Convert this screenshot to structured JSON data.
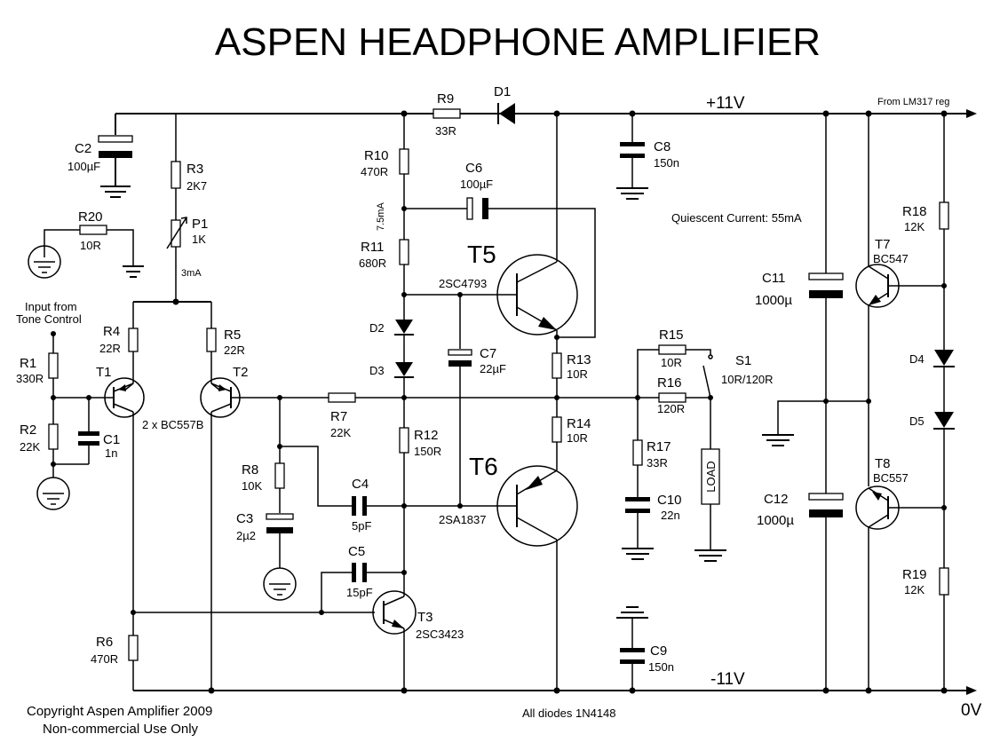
{
  "title": "ASPEN HEADPHONE AMPLIFIER",
  "rails": {
    "pos": "+11V",
    "neg": "-11V",
    "gnd": "0V",
    "source": "From LM317 reg"
  },
  "notes": {
    "quiescent": "Quiescent Current: 55mA",
    "diodes": "All diodes 1N4148",
    "copyright1": "Copyright Aspen Amplifier 2009",
    "copyright2": "Non-commercial Use Only",
    "input1": "Input from",
    "input2": "Tone Control",
    "cur3": "3mA",
    "cur75": "7.5mA",
    "pair": "2 x BC557B"
  },
  "components": {
    "R1": {
      "ref": "R1",
      "val": "330R"
    },
    "R2": {
      "ref": "R2",
      "val": "22K"
    },
    "R3": {
      "ref": "R3",
      "val": "2K7"
    },
    "R4": {
      "ref": "R4",
      "val": "22R"
    },
    "R5": {
      "ref": "R5",
      "val": "22R"
    },
    "R6": {
      "ref": "R6",
      "val": "470R"
    },
    "R7": {
      "ref": "R7",
      "val": "22K"
    },
    "R8": {
      "ref": "R8",
      "val": "10K"
    },
    "R9": {
      "ref": "R9",
      "val": "33R"
    },
    "R10": {
      "ref": "R10",
      "val": "470R"
    },
    "R11": {
      "ref": "R11",
      "val": "680R"
    },
    "R12": {
      "ref": "R12",
      "val": "150R"
    },
    "R13": {
      "ref": "R13",
      "val": "10R"
    },
    "R14": {
      "ref": "R14",
      "val": "10R"
    },
    "R15": {
      "ref": "R15",
      "val": "10R"
    },
    "R16": {
      "ref": "R16",
      "val": "120R"
    },
    "R17": {
      "ref": "R17",
      "val": "33R"
    },
    "R18": {
      "ref": "R18",
      "val": "12K"
    },
    "R19": {
      "ref": "R19",
      "val": "12K"
    },
    "R20": {
      "ref": "R20",
      "val": "10R"
    },
    "P1": {
      "ref": "P1",
      "val": "1K"
    },
    "C1": {
      "ref": "C1",
      "val": "1n"
    },
    "C2": {
      "ref": "C2",
      "val": "100µF"
    },
    "C3": {
      "ref": "C3",
      "val": "2µ2"
    },
    "C4": {
      "ref": "C4",
      "val": "5pF"
    },
    "C5": {
      "ref": "C5",
      "val": "15pF"
    },
    "C6": {
      "ref": "C6",
      "val": "100µF"
    },
    "C7": {
      "ref": "C7",
      "val": "22µF"
    },
    "C8": {
      "ref": "C8",
      "val": "150n"
    },
    "C9": {
      "ref": "C9",
      "val": "150n"
    },
    "C10": {
      "ref": "C10",
      "val": "22n"
    },
    "C11": {
      "ref": "C11",
      "val": "1000µ"
    },
    "C12": {
      "ref": "C12",
      "val": "1000µ"
    },
    "D1": {
      "ref": "D1"
    },
    "D2": {
      "ref": "D2"
    },
    "D3": {
      "ref": "D3"
    },
    "D4": {
      "ref": "D4"
    },
    "D5": {
      "ref": "D5"
    },
    "T1": {
      "ref": "T1"
    },
    "T2": {
      "ref": "T2"
    },
    "T3": {
      "ref": "T3",
      "part": "2SC3423"
    },
    "T5": {
      "ref": "T5",
      "part": "2SC4793"
    },
    "T6": {
      "ref": "T6",
      "part": "2SA1837"
    },
    "T7": {
      "ref": "T7",
      "part": "BC547"
    },
    "T8": {
      "ref": "T8",
      "part": "BC557"
    },
    "S1": {
      "ref": "S1",
      "val": "10R/120R"
    },
    "LOAD": {
      "label": "LOAD"
    }
  }
}
